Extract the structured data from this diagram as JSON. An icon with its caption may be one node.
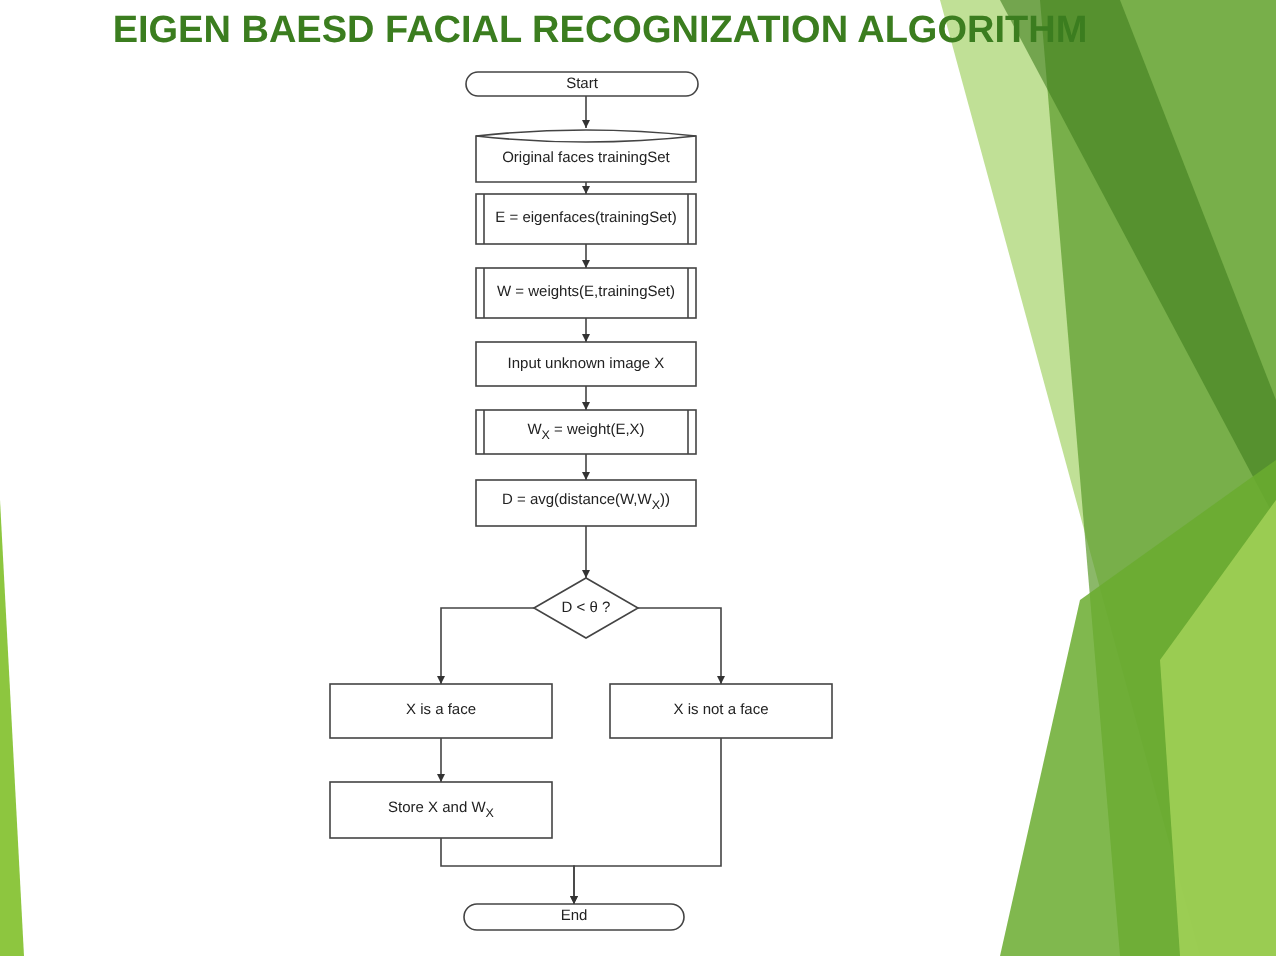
{
  "diagram": {
    "title": "EIGEN BAESD FACIAL RECOGNIZATION ALGORITHM",
    "nodes": [
      {
        "text": [
          "Start"
        ]
      },
      {
        "text": [
          "Original faces trainingSet"
        ]
      },
      {
        "text": [
          "E = eigenfaces(trainingSet)"
        ]
      },
      {
        "text": [
          "W = weights(E,trainingSet)"
        ]
      },
      {
        "text": [
          "Input unknown image X"
        ]
      },
      {
        "text": [
          "W$_{X}$ = weight(E,X)"
        ]
      },
      {
        "text": [
          "D = avg(distance(W,W$_{X}$))"
        ]
      },
      {
        "text": [
          "D < θ ?"
        ]
      },
      {
        "text": [
          "X is a face"
        ]
      },
      {
        "text": [
          "X is not a face"
        ]
      },
      {
        "text": [
          "Store X and W$_{X}$"
        ]
      },
      {
        "text": [
          "End"
        ]
      }
    ],
    "edges": [
      {
        "from": 0,
        "to": 1,
        "arrow": "to"
      },
      {
        "from": 1,
        "to": 2,
        "arrow": "to"
      },
      {
        "from": 2,
        "to": 3,
        "arrow": "to"
      },
      {
        "from": 3,
        "to": 4,
        "arrow": "to"
      },
      {
        "from": 4,
        "to": 5,
        "arrow": "to"
      },
      {
        "from": 5,
        "to": 6,
        "arrow": "to"
      },
      {
        "from": 6,
        "to": 7,
        "arrow": "to"
      },
      {
        "from": 7,
        "to": 8,
        "arrow": "to"
      },
      {
        "from": 7,
        "to": 9,
        "arrow": "to"
      },
      {
        "from": 8,
        "to": 10,
        "arrow": "to"
      },
      {
        "from": 10,
        "to": 11,
        "arrow": "to"
      },
      {
        "from": 9,
        "to": 11,
        "arrow": "to"
      }
    ]
  }
}
